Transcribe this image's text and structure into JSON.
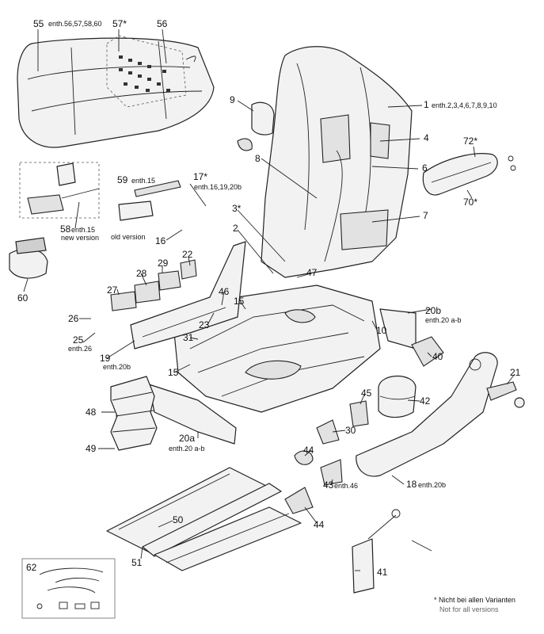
{
  "callouts": {
    "c55": {
      "num": "55",
      "sub": "enth.56,57,58,60"
    },
    "c57": {
      "num": "57*"
    },
    "c56": {
      "num": "56"
    },
    "c9": {
      "num": "9"
    },
    "c1": {
      "num": "1",
      "sub": "enth.2,3,4,6,7,8,9,10"
    },
    "c4": {
      "num": "4"
    },
    "c72": {
      "num": "72*"
    },
    "c8": {
      "num": "8"
    },
    "c6": {
      "num": "6"
    },
    "c70": {
      "num": "70*"
    },
    "c59": {
      "num": "59",
      "sub": "enth.15"
    },
    "c17": {
      "num": "17*",
      "sub": "enth.16,19,20b"
    },
    "c3": {
      "num": "3*"
    },
    "c7": {
      "num": "7"
    },
    "c58": {
      "num": "58",
      "sub": "enth.15",
      "sub2": "new version"
    },
    "old_version": "old version",
    "c16": {
      "num": "16"
    },
    "c2": {
      "num": "2"
    },
    "c60": {
      "num": "60"
    },
    "c22": {
      "num": "22"
    },
    "c29": {
      "num": "29"
    },
    "c28": {
      "num": "28"
    },
    "c47": {
      "num": "47"
    },
    "c27": {
      "num": "27"
    },
    "c46": {
      "num": "46"
    },
    "c15a": {
      "num": "15"
    },
    "c20b": {
      "num": "20b",
      "sub": "enth.20 a-b"
    },
    "c26": {
      "num": "26"
    },
    "c23": {
      "num": "23"
    },
    "c10": {
      "num": "10"
    },
    "c25": {
      "num": "25",
      "sub": "enth.26"
    },
    "c31": {
      "num": "31"
    },
    "c19": {
      "num": "19",
      "sub": "enth.20b"
    },
    "c15b": {
      "num": "15"
    },
    "c40": {
      "num": "40"
    },
    "c21": {
      "num": "21"
    },
    "c45": {
      "num": "45"
    },
    "c42": {
      "num": "42"
    },
    "c48": {
      "num": "48"
    },
    "c30": {
      "num": "30"
    },
    "c20a": {
      "num": "20a",
      "sub": "enth.20 a-b"
    },
    "c49": {
      "num": "49"
    },
    "c44a": {
      "num": "44"
    },
    "c43": {
      "num": "43",
      "sub": "enth.46"
    },
    "c18": {
      "num": "18",
      "sub": "enth.20b"
    },
    "c44b": {
      "num": "44"
    },
    "c50": {
      "num": "50"
    },
    "c51": {
      "num": "51"
    },
    "c62": {
      "num": "62"
    },
    "c41": {
      "num": "41"
    }
  },
  "footnote": {
    "line1": "* Nicht bei allen Varianten",
    "line2": "Not for all versions"
  }
}
